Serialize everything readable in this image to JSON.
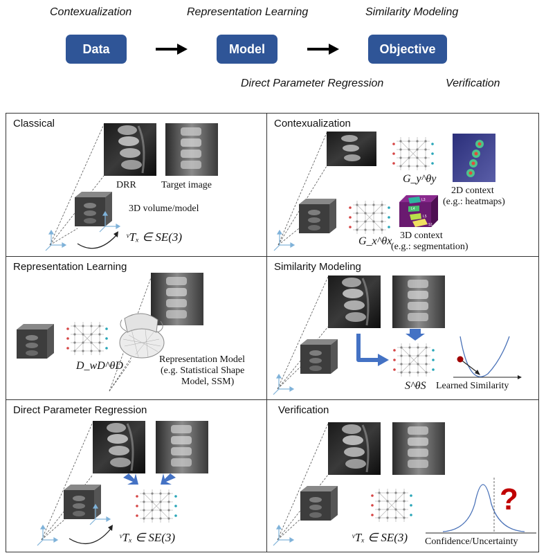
{
  "pipeline": {
    "stage_top": [
      "Contexualization",
      "Representation Learning",
      "Similarity Modeling"
    ],
    "stage_bottom": [
      "Direct Parameter Regression",
      "Verification"
    ],
    "boxes": [
      "Data",
      "Model",
      "Objective"
    ]
  },
  "panels": {
    "classical": {
      "title": "Classical",
      "drr": "DRR",
      "target": "Target image",
      "volume": "3D volume/model",
      "transform": "ᵛTₓ ∈ SE(3)"
    },
    "contex": {
      "title": "Contexualization",
      "gy": "G_y^θy",
      "gx": "G_x^θx",
      "ctx2d_l1": "2D context",
      "ctx2d_l2": "(e.g.: heatmaps)",
      "ctx3d_l1": "3D context",
      "ctx3d_l2": "(e.g.: segmentation)",
      "vert_labels": [
        "L3",
        "L4",
        "L5",
        "S1"
      ]
    },
    "replearn": {
      "title": "Representation Learning",
      "dw": "D_wD^θD",
      "rm_l1": "Representation Model",
      "rm_l2": "(e.g. Statistical Shape",
      "rm_l3": "Model, SSM)"
    },
    "simmod": {
      "title": "Similarity Modeling",
      "s": "S^θS",
      "learned": "Learned Similarity"
    },
    "dpr": {
      "title": "Direct Parameter Regression",
      "transform": "ᵛTₓ ∈ SE(3)"
    },
    "verif": {
      "title": "Verification",
      "transform": "ᵛTₓ ∈ SE(3)",
      "conf": "Confidence/Uncertainty",
      "qmark": "?"
    }
  },
  "colors": {
    "pipeline_box": "#2f5597",
    "arrow_blue": "#4472c4",
    "curve_blue": "#5b8fc9",
    "qmark_red": "#c00000"
  }
}
